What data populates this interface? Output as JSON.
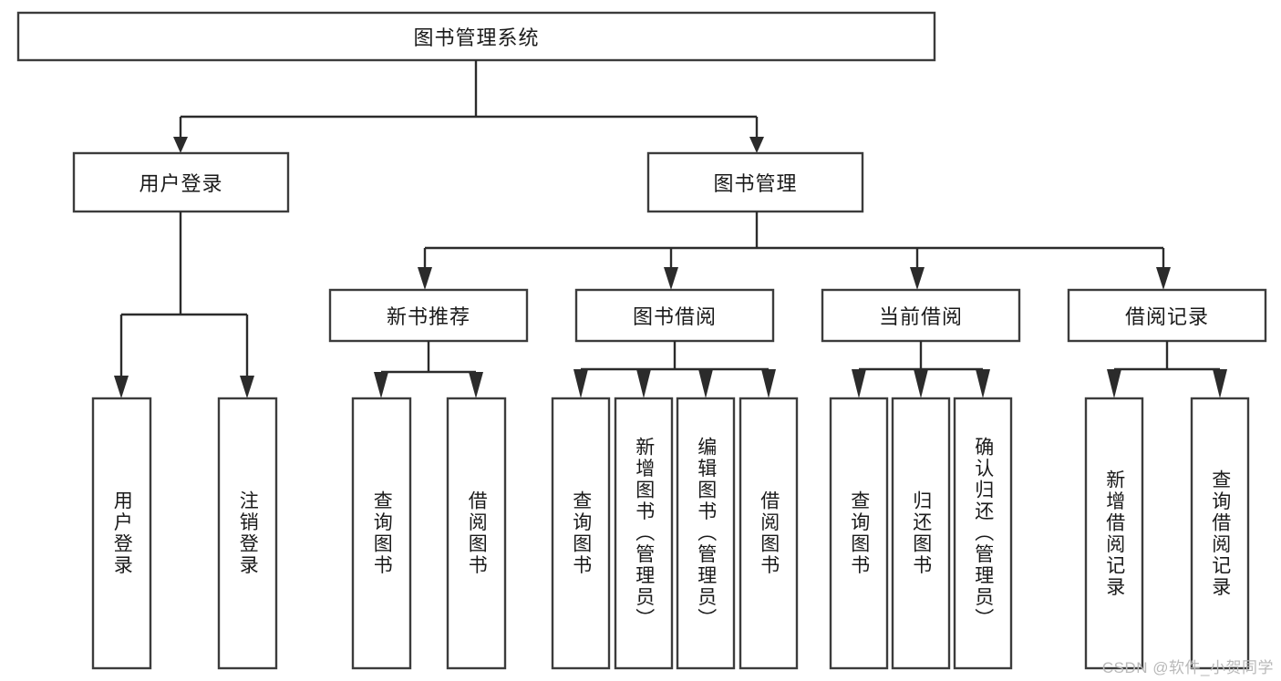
{
  "diagram": {
    "type": "tree-hierarchy",
    "title": "图书管理系统",
    "watermark": "CSDN @软件_小贺同学",
    "colors": {
      "background": "#ffffff",
      "box_stroke": "#3c3c3c",
      "connector": "#2b2b2b",
      "text": "#1a1a1a",
      "watermark": "#b9b9b9"
    },
    "root": {
      "label": "图书管理系统"
    },
    "level2": [
      {
        "label": "用户登录"
      },
      {
        "label": "图书管理"
      }
    ],
    "level3": [
      {
        "label": "新书推荐"
      },
      {
        "label": "图书借阅"
      },
      {
        "label": "当前借阅"
      },
      {
        "label": "借阅记录"
      }
    ],
    "leaves": {
      "user_login": [
        {
          "label": "用户登录"
        },
        {
          "label": "注销登录"
        }
      ],
      "new_book": [
        {
          "label": "查询图书"
        },
        {
          "label": "借阅图书"
        }
      ],
      "book_borrow": [
        {
          "label": "查询图书"
        },
        {
          "label": "新增图书（管理员）"
        },
        {
          "label": "编辑图书（管理员）"
        },
        {
          "label": "借阅图书"
        }
      ],
      "current_borrow": [
        {
          "label": "查询图书"
        },
        {
          "label": "归还图书"
        },
        {
          "label": "确认归还（管理员）"
        }
      ],
      "borrow_record": [
        {
          "label": "新增借阅记录"
        },
        {
          "label": "查询借阅记录"
        }
      ]
    }
  }
}
